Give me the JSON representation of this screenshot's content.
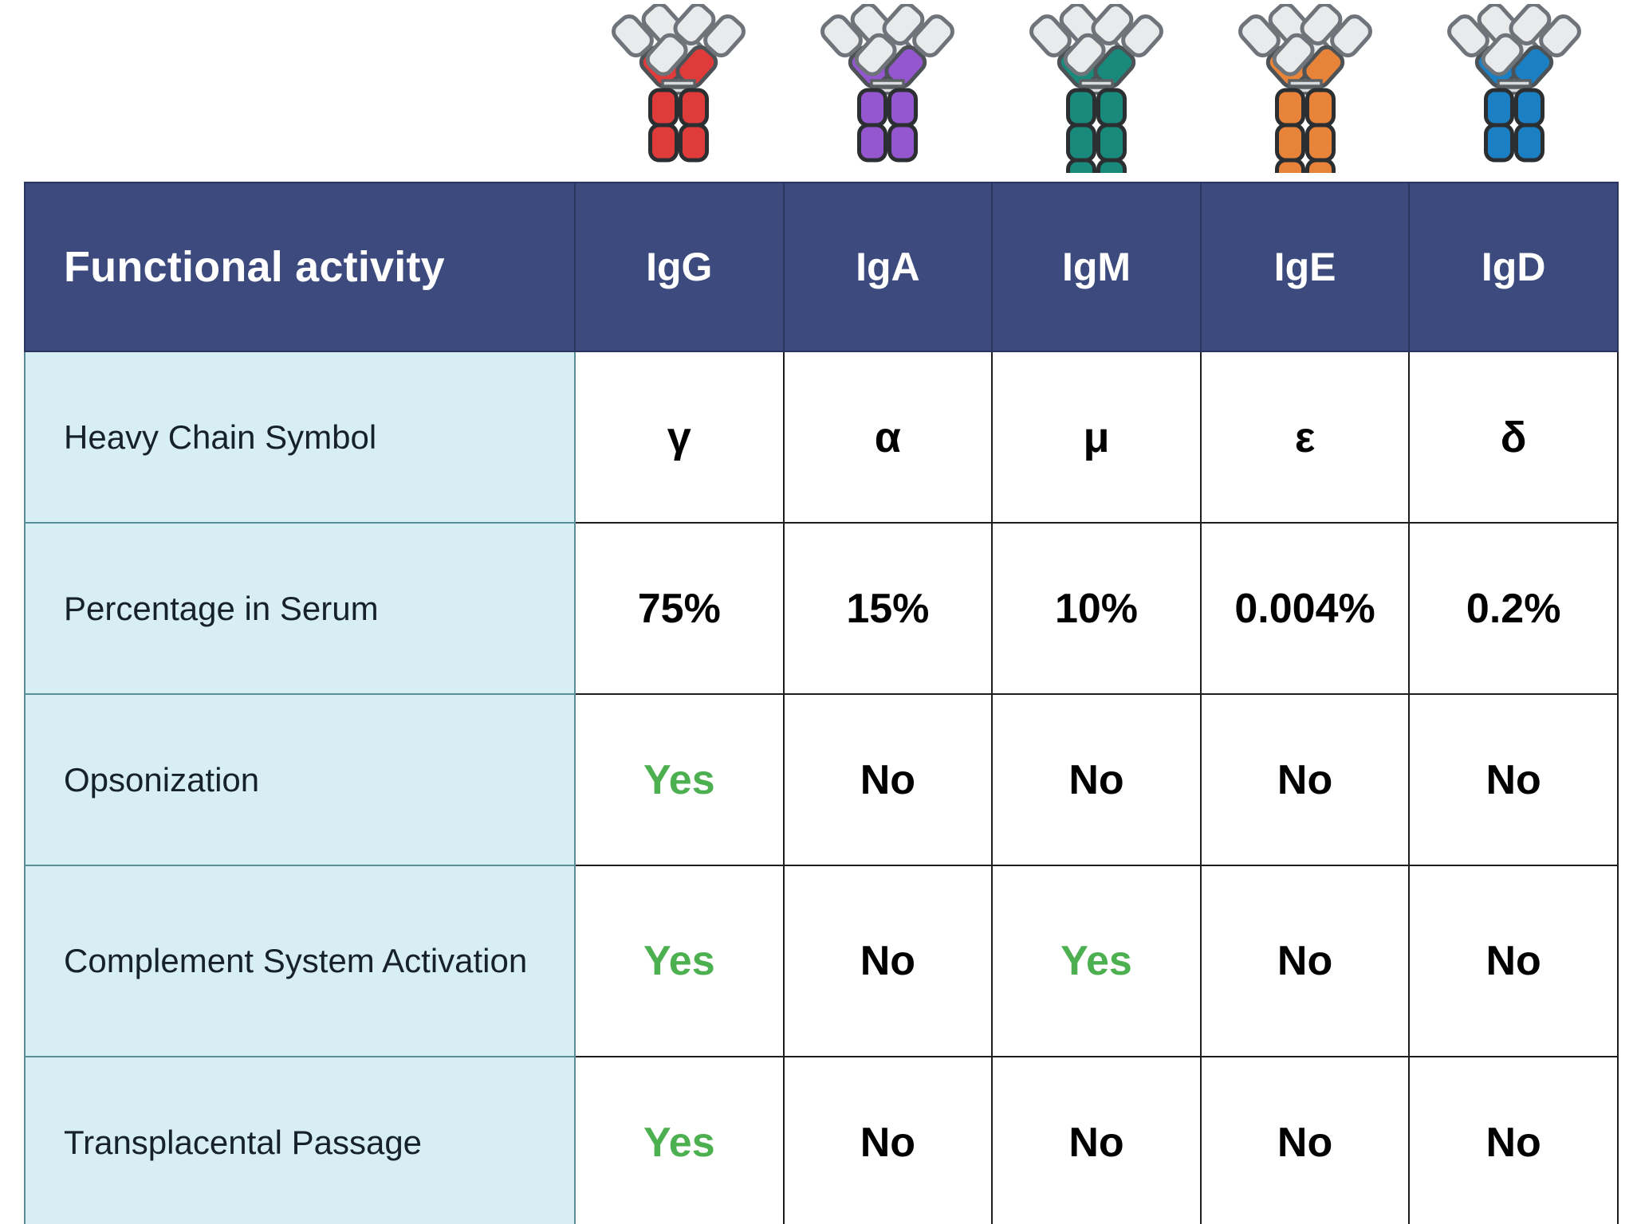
{
  "chart_data": {
    "type": "table",
    "title": "Functional activity",
    "columns": [
      "Functional activity",
      "IgG",
      "IgA",
      "IgM",
      "IgE",
      "IgD"
    ],
    "rows": [
      {
        "label": "Heavy Chain Symbol",
        "values": [
          "γ",
          "α",
          "μ",
          "ε",
          "δ"
        ]
      },
      {
        "label": "Percentage in Serum",
        "values": [
          "75%",
          "15%",
          "10%",
          "0.004%",
          "0.2%"
        ]
      },
      {
        "label": "Opsonization",
        "values": [
          "Yes",
          "No",
          "No",
          "No",
          "No"
        ]
      },
      {
        "label": "Complement System Activation",
        "values": [
          "Yes",
          "No",
          "Yes",
          "No",
          "No"
        ]
      },
      {
        "label": "Transplacental Passage",
        "values": [
          "Yes",
          "No",
          "No",
          "No",
          "No"
        ]
      }
    ]
  },
  "header": {
    "label_column": "Functional activity",
    "ig_columns": [
      "IgG",
      "IgA",
      "IgM",
      "IgE",
      "IgD"
    ]
  },
  "rows": [
    {
      "label": "Heavy Chain Symbol",
      "cells": [
        {
          "text": "γ",
          "positive": false
        },
        {
          "text": "α",
          "positive": false
        },
        {
          "text": "μ",
          "positive": false
        },
        {
          "text": "ε",
          "positive": false
        },
        {
          "text": "δ",
          "positive": false
        }
      ]
    },
    {
      "label": "Percentage in Serum",
      "cells": [
        {
          "text": "75%",
          "positive": false
        },
        {
          "text": "15%",
          "positive": false
        },
        {
          "text": "10%",
          "positive": false
        },
        {
          "text": "0.004%",
          "positive": false
        },
        {
          "text": "0.2%",
          "positive": false
        }
      ]
    },
    {
      "label": "Opsonization",
      "cells": [
        {
          "text": "Yes",
          "positive": true
        },
        {
          "text": "No",
          "positive": false
        },
        {
          "text": "No",
          "positive": false
        },
        {
          "text": "No",
          "positive": false
        },
        {
          "text": "No",
          "positive": false
        }
      ]
    },
    {
      "label": "Complement System Activation",
      "cells": [
        {
          "text": "Yes",
          "positive": true
        },
        {
          "text": "No",
          "positive": false
        },
        {
          "text": "Yes",
          "positive": true
        },
        {
          "text": "No",
          "positive": false
        },
        {
          "text": "No",
          "positive": false
        }
      ]
    },
    {
      "label": "Transplacental Passage",
      "cells": [
        {
          "text": "Yes",
          "positive": true
        },
        {
          "text": "No",
          "positive": false
        },
        {
          "text": "No",
          "positive": false
        },
        {
          "text": "No",
          "positive": false
        },
        {
          "text": "No",
          "positive": false
        }
      ]
    }
  ],
  "antibody_icons": [
    {
      "name": "antibody-igg-icon",
      "isotype": "IgG",
      "color": "#e03b3b",
      "stem_segments": 2
    },
    {
      "name": "antibody-iga-icon",
      "isotype": "IgA",
      "color": "#9457d0",
      "stem_segments": 2
    },
    {
      "name": "antibody-igm-icon",
      "isotype": "IgM",
      "color": "#18897a",
      "stem_segments": 3
    },
    {
      "name": "antibody-ige-icon",
      "isotype": "IgE",
      "color": "#e8833a",
      "stem_segments": 3
    },
    {
      "name": "antibody-igd-icon",
      "isotype": "IgD",
      "color": "#1b7fc4",
      "stem_segments": 2
    }
  ],
  "colors": {
    "header_navy": "#3c4a7d",
    "label_column_blue": "#d6eef4",
    "positive_green": "#4caf50",
    "negative_black": "#000000",
    "grid_line": "#1d1d1d",
    "light_chain_gray": "#e8eaec",
    "light_chain_outline": "#6e7479",
    "page_background": "#ffffff"
  }
}
